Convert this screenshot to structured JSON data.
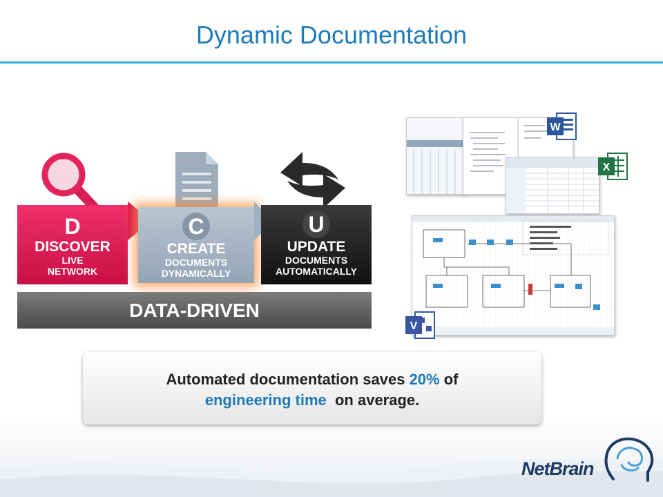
{
  "title": "Dynamic Documentation",
  "steps": [
    {
      "letter": "D",
      "word": "DISCOVER",
      "sub1": "LIVE",
      "sub2": "NETWORK"
    },
    {
      "letter": "C",
      "word": "CREATE",
      "sub1": "DOCUMENTS",
      "sub2": "DYNAMICALLY"
    },
    {
      "letter": "U",
      "word": "UPDATE",
      "sub1": "DOCUMENTS",
      "sub2": "AUTOMATICALLY"
    }
  ],
  "base_label": "DATA-DRIVEN",
  "callout": {
    "line1_a": "Automated documentation saves ",
    "line1_hl": "20%",
    "line1_b": " of",
    "line2_hl": "engineering time",
    "line2_b": "  on average."
  },
  "logo": {
    "text": "NetBrain"
  },
  "colors": {
    "accent": "#1f7ab8",
    "discover": "#e0245a",
    "create": "#a9b8c7",
    "update": "#1f1f1f",
    "data_driven": "#5e5e5e"
  }
}
